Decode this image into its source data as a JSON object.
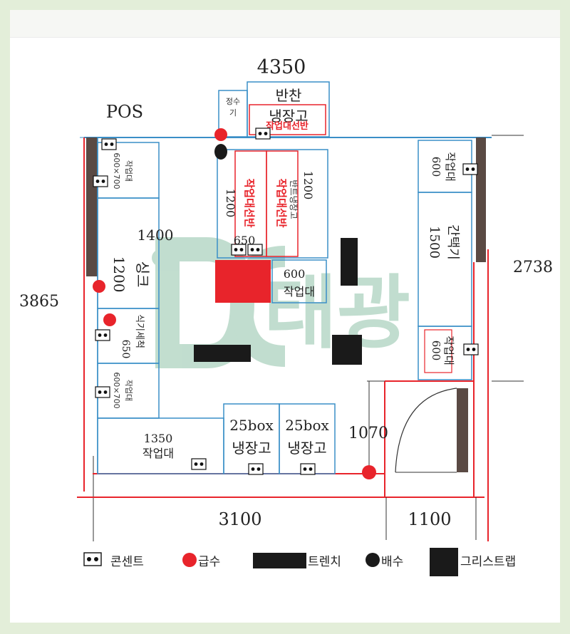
{
  "dimensions": {
    "top": "4350",
    "right": "2738",
    "left": "3865",
    "bottom_left": "3100",
    "bottom_right": "1100",
    "door": "1070"
  },
  "labels": {
    "pos": "POS",
    "water_purifier_1": "정수",
    "water_purifier_2": "기",
    "banchan_title": "반찬",
    "banchan_sub": "냉장고",
    "banchan_red": "작업대선반",
    "top_left_1": "600×700",
    "top_left_2": "작업대",
    "size_1400": "1400",
    "sink_1200": "1200",
    "sink_label": "싱크",
    "dishwasher_650": "650",
    "dishwasher_label": "식기세척",
    "bottom_left_1": "600×700",
    "bottom_left_2": "작업대",
    "work1350_num": "1350",
    "work1350_lbl": "작업대",
    "fridge1_num": "25box",
    "fridge1_lbl": "냉장고",
    "fridge2_num": "25box",
    "fridge2_lbl": "냉장고",
    "center_1200": "1200",
    "center_1200_b": "1200",
    "center_red_1": "작업대선반",
    "center_red_2": "작업대선반",
    "center_side_1": "반트냉장고",
    "center_650": "650",
    "work600_num": "600",
    "work600_lbl": "작업대",
    "right_top_num": "600",
    "right_top_lbl": "작업대",
    "right_mid_num": "1500",
    "right_mid_lbl": "간택기",
    "right_bot_num": "600",
    "right_bot_lbl": "작업대"
  },
  "watermark": "태광",
  "legend": {
    "outlet": "콘센트",
    "water_supply": "급수",
    "trench": "트렌치",
    "drain": "배수",
    "grease_trap": "그리스트랩"
  },
  "colors": {
    "blue": "#3a8fc7",
    "red": "#e8242b",
    "dark_wall": "#5a4a44",
    "black": "#1a1a1a",
    "watermark": "#8fc3a8"
  }
}
